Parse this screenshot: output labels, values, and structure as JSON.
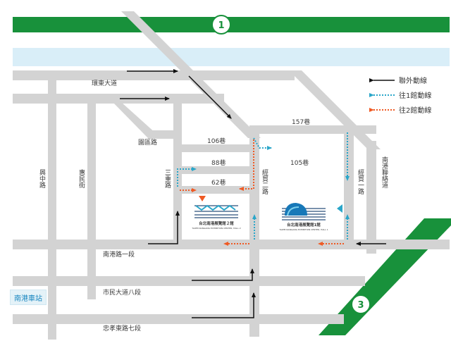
{
  "highways": [
    {
      "number": "1",
      "color": "#18913b"
    },
    {
      "number": "3",
      "color": "#18913b"
    }
  ],
  "roads": {
    "huandong": "環東大道",
    "tuanqu": "園區路",
    "lane106": "106巷",
    "lane157": "157巷",
    "lane105": "105巷",
    "lane88": "88巷",
    "lane62": "62巷",
    "xingzhong": "興中路",
    "huimin": "惠民街",
    "sanchong": "三重路",
    "jingmao2": "經貿二路",
    "jingmao1": "經貿一路",
    "nangangchai": "南港聯絡道",
    "nangang1": "南港路一段",
    "shimin8": "市民大道八段",
    "zhongxiao7": "忠孝東路七段"
  },
  "station": "南港車站",
  "buildings": {
    "hall2_cn": "台北南港展覽館２館",
    "hall2_en": "TAIPEI NANGANG EXHIBITION CENTER, HALL 2",
    "hall1_cn": "台北南港展覽館1館",
    "hall1_en": "TAIPEI NANGANG EXHIBITION CENTER, HALL 1"
  },
  "legend": [
    {
      "label": "聯外動線",
      "color": "#111111",
      "style": "solid"
    },
    {
      "label": "往1館動線",
      "color": "#2aa6c9",
      "style": "dotted"
    },
    {
      "label": "往2館動線",
      "color": "#ef5a24",
      "style": "dotted"
    }
  ],
  "colors": {
    "road": "#d3d3d3",
    "river": "#d9eef8",
    "highway": "#18913b",
    "route_external": "#111111",
    "route_hall1": "#2aa6c9",
    "route_hall2": "#ef5a24"
  }
}
